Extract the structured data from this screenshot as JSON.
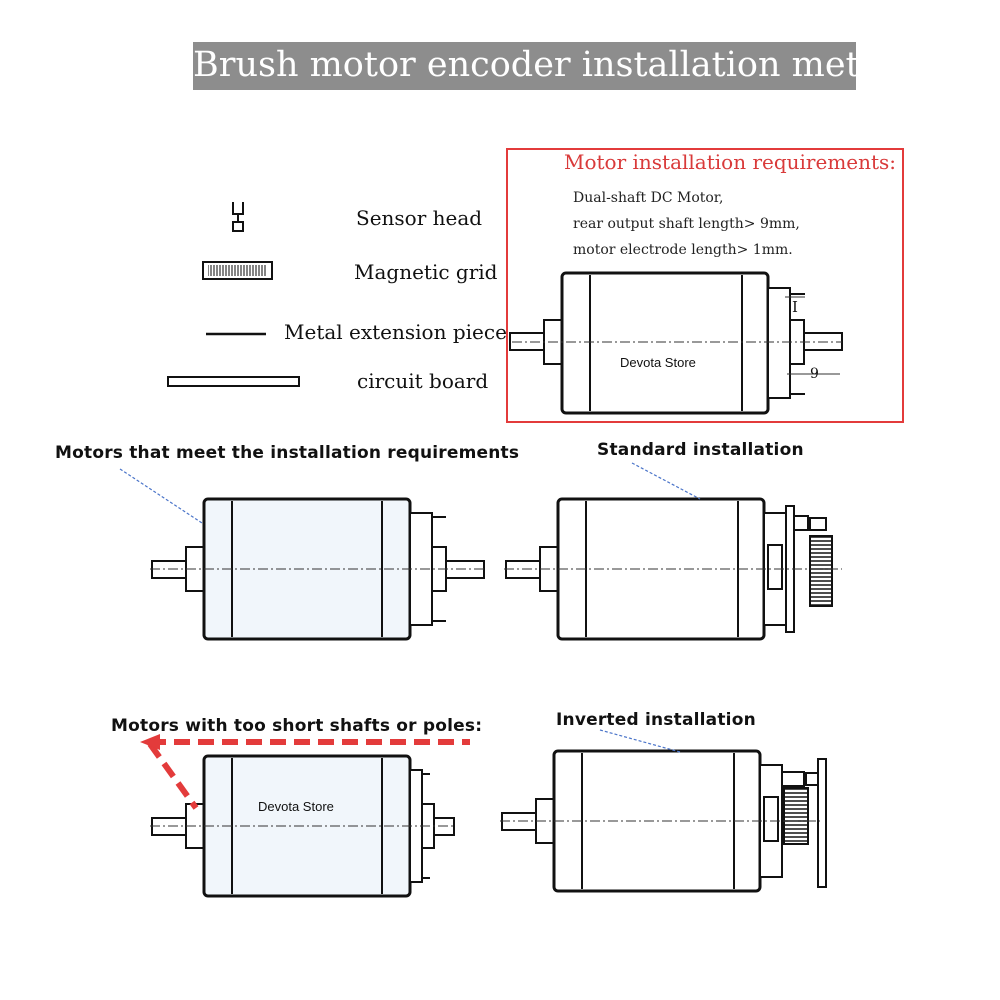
{
  "title": "Brush motor encoder installation method",
  "legend": {
    "sensor_head": "Sensor head",
    "magnetic_grid": "Magnetic grid",
    "metal_extension": "Metal extension piece",
    "circuit_board": "circuit board"
  },
  "requirements": {
    "heading": "Motor installation requirements:",
    "line1": "Dual-shaft DC Motor,",
    "line2": "rear output shaft length> 9mm,",
    "line3": "motor electrode length> 1mm.",
    "dim_electrode": "I",
    "dim_shaft": "9"
  },
  "watermark": "Devota Store",
  "captions": {
    "meet": "Motors that meet the installation requirements",
    "standard": "Standard installation",
    "short": "Motors with too short shafts or poles:",
    "inverted": "Inverted installation"
  },
  "colors": {
    "title_bg": "#8d8d8d",
    "accent_red": "#e33b3b",
    "leader_blue": "#4a74c9"
  }
}
